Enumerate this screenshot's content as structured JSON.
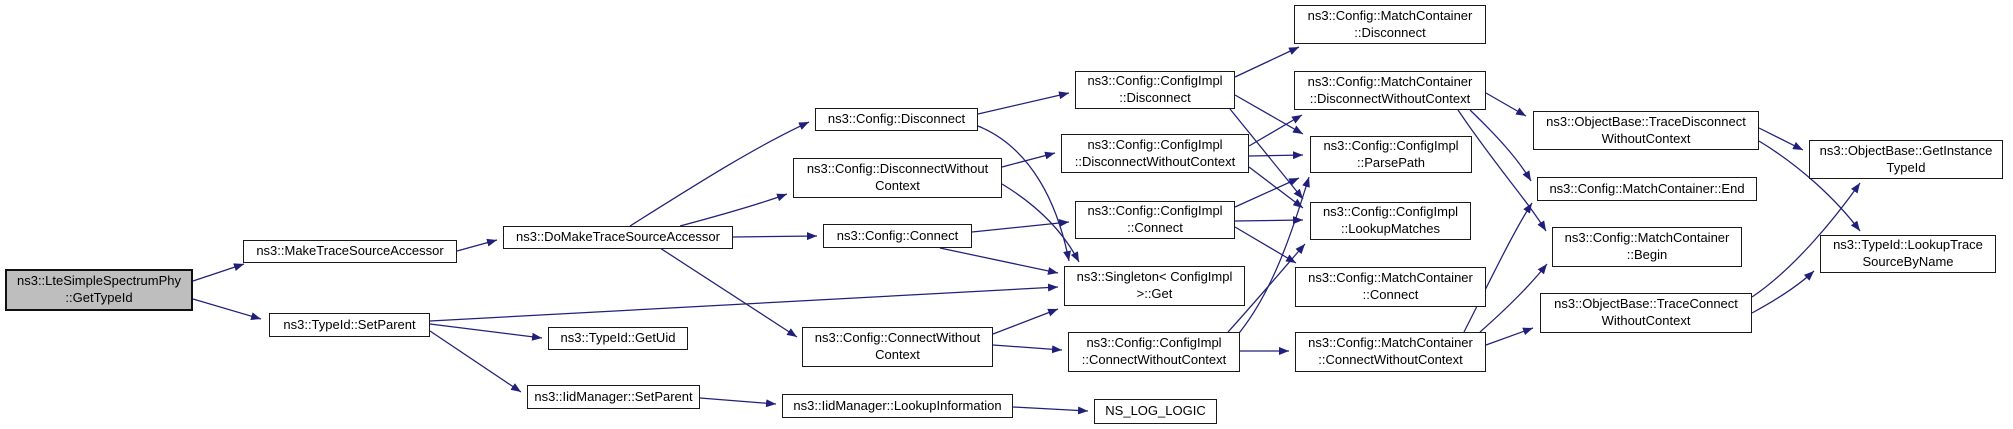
{
  "diagram": {
    "type": "doxygen-call-graph",
    "background_color": "#ffffff",
    "edge_color": "#20207a",
    "node_border_color": "#1a1a1a",
    "highlight_fill": "#bebebe"
  },
  "nodes": {
    "gettypeid": {
      "lines": [
        "ns3::LteSimpleSpectrumPhy",
        "::GetTypeId"
      ],
      "highlighted": true
    },
    "maketrace": {
      "lines": [
        "ns3::MakeTraceSourceAccessor"
      ]
    },
    "setparent": {
      "lines": [
        "ns3::TypeId::SetParent"
      ]
    },
    "domake": {
      "lines": [
        "ns3::DoMakeTraceSourceAccessor"
      ]
    },
    "getuid": {
      "lines": [
        "ns3::TypeId::GetUid"
      ]
    },
    "iidsetparent": {
      "lines": [
        "ns3::IidManager::SetParent"
      ]
    },
    "lookupinfo": {
      "lines": [
        "ns3::IidManager::LookupInformation"
      ]
    },
    "nslog": {
      "lines": [
        "NS_LOG_LOGIC"
      ]
    },
    "cfgdisc": {
      "lines": [
        "ns3::Config::Disconnect"
      ]
    },
    "cfgdwc": {
      "lines": [
        "ns3::Config::DisconnectWithout",
        "Context"
      ]
    },
    "cfgconn": {
      "lines": [
        "ns3::Config::Connect"
      ]
    },
    "cfgcwc": {
      "lines": [
        "ns3::Config::ConnectWithout",
        "Context"
      ]
    },
    "impldisc": {
      "lines": [
        "ns3::Config::ConfigImpl",
        "::Disconnect"
      ]
    },
    "impldwc": {
      "lines": [
        "ns3::Config::ConfigImpl",
        "::DisconnectWithoutContext"
      ]
    },
    "implconn": {
      "lines": [
        "ns3::Config::ConfigImpl",
        "::Connect"
      ]
    },
    "singleton": {
      "lines": [
        "ns3::Singleton< ConfigImpl",
        ">::Get"
      ]
    },
    "implcwc": {
      "lines": [
        "ns3::Config::ConfigImpl",
        "::ConnectWithoutContext"
      ]
    },
    "mcdisc": {
      "lines": [
        "ns3::Config::MatchContainer",
        "::Disconnect"
      ]
    },
    "mcdwc": {
      "lines": [
        "ns3::Config::MatchContainer",
        "::DisconnectWithoutContext"
      ]
    },
    "parsepath": {
      "lines": [
        "ns3::Config::ConfigImpl",
        "::ParsePath"
      ]
    },
    "lookupmatches": {
      "lines": [
        "ns3::Config::ConfigImpl",
        "::LookupMatches"
      ]
    },
    "mcconn": {
      "lines": [
        "ns3::Config::MatchContainer",
        "::Connect"
      ]
    },
    "mccwc": {
      "lines": [
        "ns3::Config::MatchContainer",
        "::ConnectWithoutContext"
      ]
    },
    "tracedisc": {
      "lines": [
        "ns3::ObjectBase::TraceDisconnect",
        "WithoutContext"
      ]
    },
    "mcend": {
      "lines": [
        "ns3::Config::MatchContainer::End"
      ]
    },
    "mcbegin": {
      "lines": [
        "ns3::Config::MatchContainer",
        "::Begin"
      ]
    },
    "traceconn": {
      "lines": [
        "ns3::ObjectBase::TraceConnect",
        "WithoutContext"
      ]
    },
    "getinstance": {
      "lines": [
        "ns3::ObjectBase::GetInstance",
        "TypeId"
      ]
    },
    "lookupbyname": {
      "lines": [
        "ns3::TypeId::LookupTrace",
        "SourceByName"
      ]
    }
  },
  "edges": [
    {
      "from": "gettypeid",
      "to": "maketrace"
    },
    {
      "from": "gettypeid",
      "to": "setparent"
    },
    {
      "from": "maketrace",
      "to": "domake"
    },
    {
      "from": "setparent",
      "to": "getuid"
    },
    {
      "from": "setparent",
      "to": "iidsetparent"
    },
    {
      "from": "setparent",
      "to": "singleton"
    },
    {
      "from": "iidsetparent",
      "to": "lookupinfo"
    },
    {
      "from": "lookupinfo",
      "to": "nslog"
    },
    {
      "from": "domake",
      "to": "cfgdisc"
    },
    {
      "from": "domake",
      "to": "cfgdwc"
    },
    {
      "from": "domake",
      "to": "cfgconn"
    },
    {
      "from": "domake",
      "to": "cfgcwc"
    },
    {
      "from": "cfgdisc",
      "to": "impldisc"
    },
    {
      "from": "cfgdisc",
      "to": "singleton"
    },
    {
      "from": "cfgdwc",
      "to": "impldwc"
    },
    {
      "from": "cfgdwc",
      "to": "singleton"
    },
    {
      "from": "cfgconn",
      "to": "implconn"
    },
    {
      "from": "cfgconn",
      "to": "singleton"
    },
    {
      "from": "cfgcwc",
      "to": "implcwc"
    },
    {
      "from": "cfgcwc",
      "to": "singleton"
    },
    {
      "from": "impldisc",
      "to": "mcdisc"
    },
    {
      "from": "impldisc",
      "to": "parsepath"
    },
    {
      "from": "impldisc",
      "to": "lookupmatches"
    },
    {
      "from": "impldwc",
      "to": "mcdwc"
    },
    {
      "from": "impldwc",
      "to": "parsepath"
    },
    {
      "from": "impldwc",
      "to": "lookupmatches"
    },
    {
      "from": "implconn",
      "to": "mcconn"
    },
    {
      "from": "implconn",
      "to": "parsepath"
    },
    {
      "from": "implconn",
      "to": "lookupmatches"
    },
    {
      "from": "implcwc",
      "to": "mccwc"
    },
    {
      "from": "implcwc",
      "to": "parsepath"
    },
    {
      "from": "implcwc",
      "to": "lookupmatches"
    },
    {
      "from": "mcdwc",
      "to": "tracedisc"
    },
    {
      "from": "mcdwc",
      "to": "mcend"
    },
    {
      "from": "mcdwc",
      "to": "mcbegin"
    },
    {
      "from": "mccwc",
      "to": "traceconn"
    },
    {
      "from": "mccwc",
      "to": "mcend"
    },
    {
      "from": "mccwc",
      "to": "mcbegin"
    },
    {
      "from": "tracedisc",
      "to": "getinstance"
    },
    {
      "from": "tracedisc",
      "to": "lookupbyname"
    },
    {
      "from": "traceconn",
      "to": "getinstance"
    },
    {
      "from": "traceconn",
      "to": "lookupbyname"
    }
  ]
}
